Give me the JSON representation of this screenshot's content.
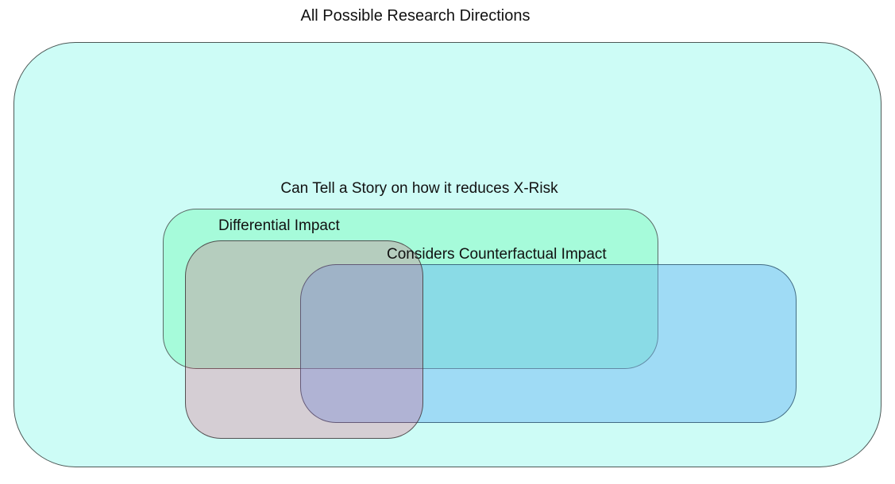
{
  "diagram": {
    "type": "euler-diagram",
    "title": "All Possible Research Directions",
    "sets": [
      {
        "name": "all-possible-research-directions",
        "label": "All Possible Research Directions",
        "fill": "#cdfcf6",
        "border": "#4c5856"
      },
      {
        "name": "can-tell-a-story-on-how-it-reduces-x-risk",
        "label": "Can Tell a Story on how it reduces X-Risk",
        "fill": "#a6fbda",
        "border": "#5c6a67"
      },
      {
        "name": "considers-counterfactual-impact",
        "label": "Considers Counterfactual Impact",
        "fill": "rgba(105,180,245,0.45)",
        "border": "#46586a"
      },
      {
        "name": "differential-impact",
        "label": "Differential Impact",
        "fill": "rgba(250,10,70,0.19)",
        "border": "#55585c"
      }
    ],
    "overlap_colors": {
      "differential_over_story": "#b5c9c2",
      "differential_over_universe": "#d5ccd3",
      "counterfactual_over_story": "#84d9e8",
      "counterfactual_over_universe": "#a3d9f5",
      "differential_over_counterfactual_over_universe": "#b2aad6",
      "differential_over_counterfactual_over_story": "#9cb1c6"
    },
    "text_color": "#111111",
    "background": "#ffffff"
  }
}
